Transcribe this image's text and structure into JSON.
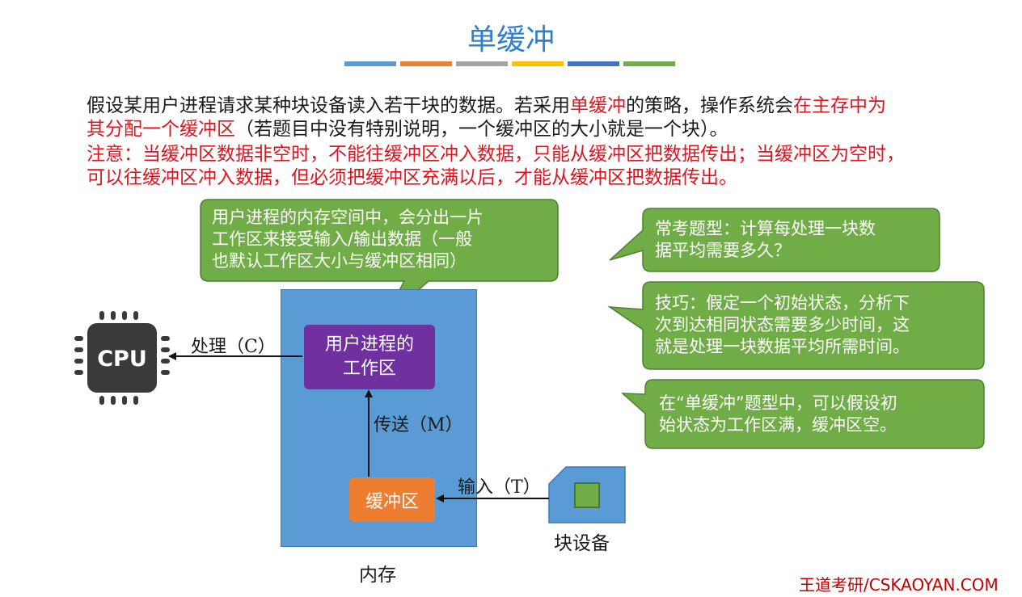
{
  "title": "单缓冲",
  "title_bar_colors": [
    "#5b9bd5",
    "#ed7d31",
    "#a5a5a5",
    "#ffc000",
    "#4472c4",
    "#70ad47"
  ],
  "paragraph1": {
    "a": "假设某用户进程请求某种块设备读入若干块的数据。若采用",
    "b_red": "单缓冲",
    "c": "的策略，操作系统会",
    "d_red": "在主存中为",
    "e_red": "其分配一个缓冲区",
    "f": "（若题目中没有特别说明，一个缓冲区的大小就是一个块）。"
  },
  "paragraph2": {
    "line1": "注意：当缓冲区数据非空时，不能往缓冲区冲入数据，只能从缓冲区把数据传出；当缓冲区为空时，",
    "line2": "可以往缓冲区冲入数据，但必须把缓冲区充满以后，才能从缓冲区把数据传出。"
  },
  "diagram": {
    "cpu_label": "CPU",
    "work_area_line1": "用户进程的",
    "work_area_line2": "工作区",
    "buffer": "缓冲区",
    "process_label": "处理（C）",
    "transfer_label": "传送（M）",
    "input_label": "输入（T）",
    "device_label": "块设备",
    "memory_label": "内存"
  },
  "callouts": {
    "workspace": [
      "用户进程的内存空间中，会分出一片",
      "工作区来接受输入/输出数据（一般",
      "也默认工作区大小与缓冲区相同）"
    ],
    "exam_type": [
      "常考题型：计算每处理一块数",
      "据平均需要多久？"
    ],
    "tip": [
      "技巧：假定一个初始状态，分析下",
      "次到达相同状态需要多少时间，这",
      "就是处理一块数据平均所需时间。"
    ],
    "assume": [
      "在“单缓冲”题型中，可以假设初",
      "始状态为工作区满，缓冲区空。"
    ]
  },
  "colors": {
    "title": "#2f7fd1",
    "red_text": "#e0141e",
    "memory": "#5b9bd5",
    "work_area": "#7030a0",
    "buffer": "#ed7d31",
    "callout": "#70ad47",
    "cpu": "#3a3a3a"
  },
  "footer": "王道考研/CSKAOYAN.COM"
}
